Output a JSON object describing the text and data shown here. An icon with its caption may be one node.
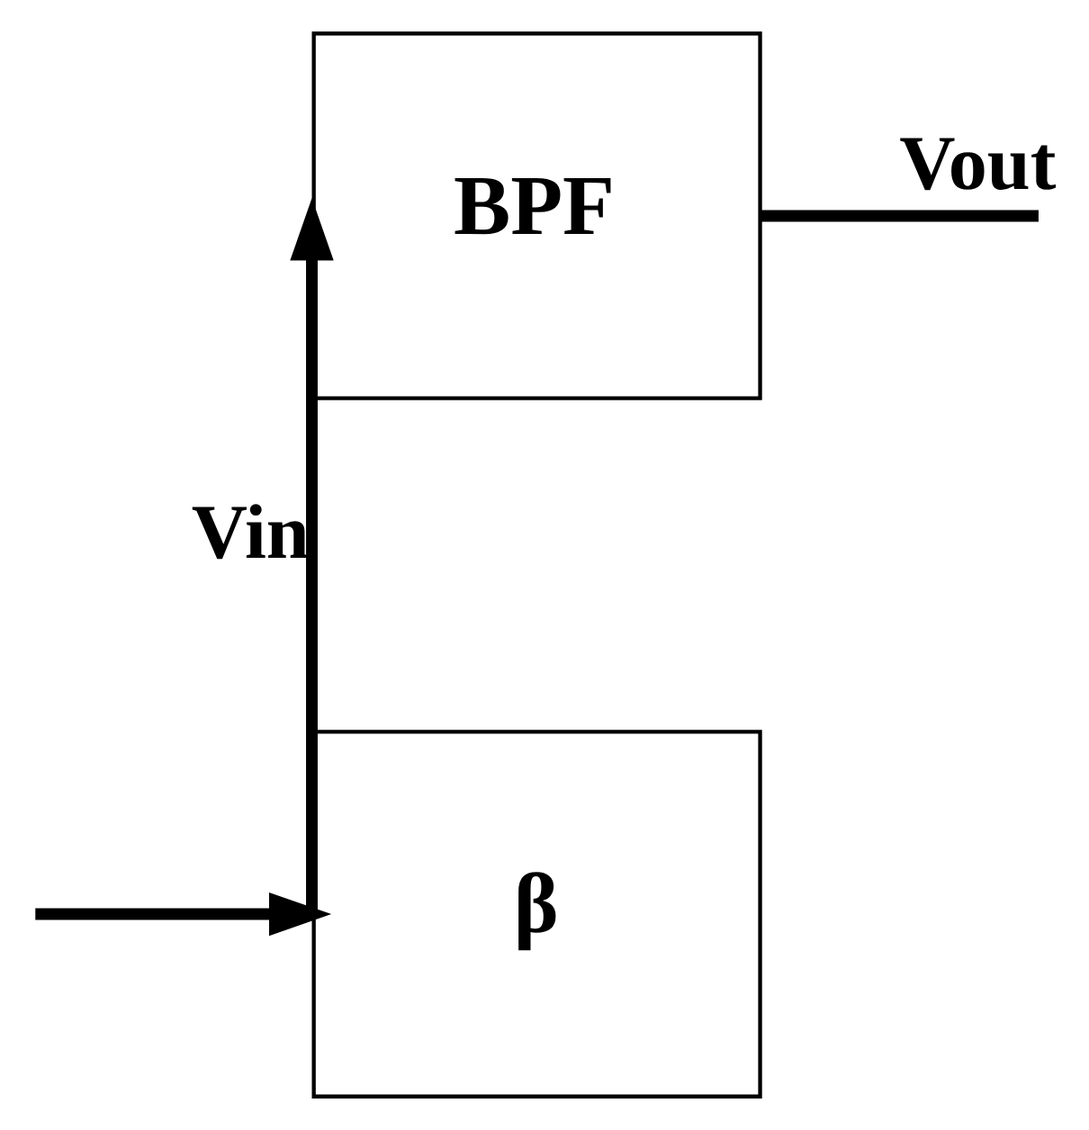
{
  "diagram": {
    "nodes": [
      {
        "text": [
          "BPF"
        ]
      },
      {
        "text": [
          "β"
        ]
      }
    ],
    "edges": [
      {
        "from": 1,
        "to": 0,
        "arrow": "to",
        "label": "Vin"
      },
      {
        "from": 0,
        "to": null,
        "arrow": "none",
        "label": "Vout"
      },
      {
        "from": null,
        "to": 1,
        "arrow": "to"
      }
    ]
  }
}
